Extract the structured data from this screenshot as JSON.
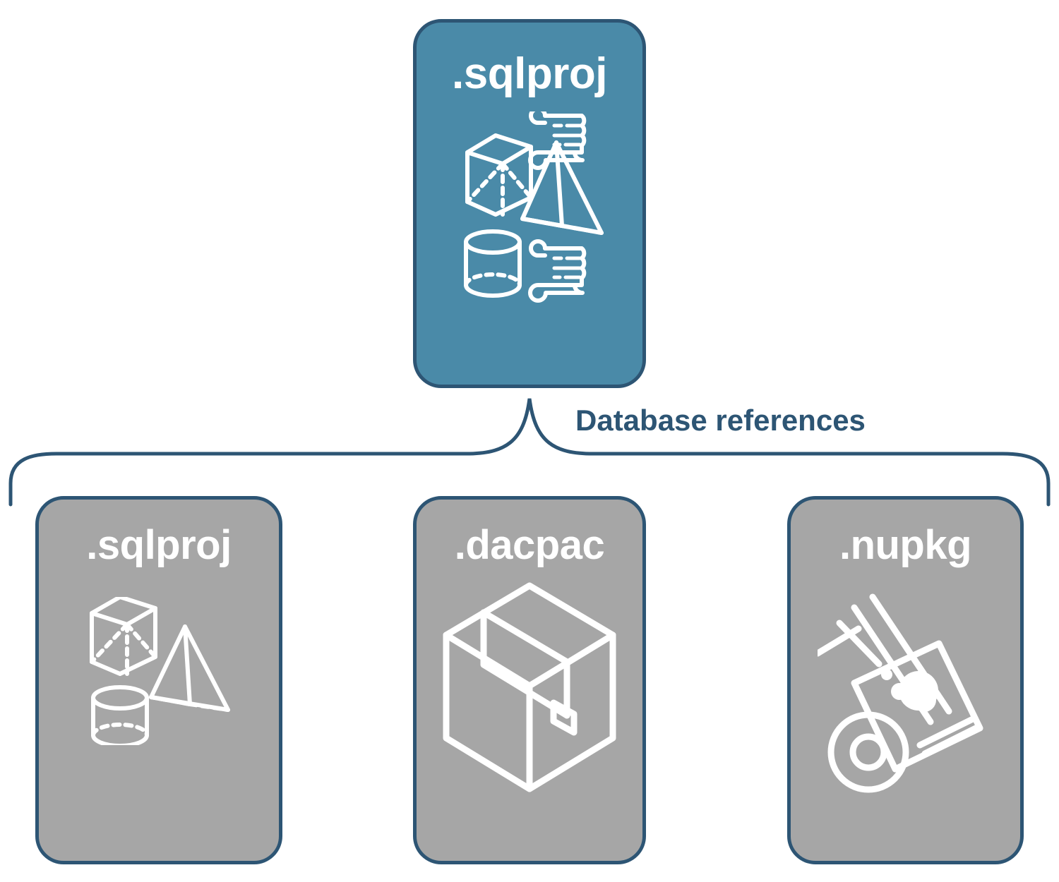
{
  "diagram": {
    "title": "SQL project database references",
    "colors": {
      "primary_fill": "#4a8aa8",
      "secondary_fill": "#a6a6a6",
      "stroke": "#2d5574",
      "icon": "#ffffff",
      "background": "#ffffff"
    },
    "connector": {
      "label": "Database references",
      "style": "brace"
    },
    "nodes": {
      "root": {
        "label": ".sqlproj",
        "fill": "primary",
        "icon": "database-objects-icon",
        "icon_parts": [
          "cube",
          "scroll",
          "pyramid",
          "cylinder",
          "scroll"
        ]
      },
      "references": [
        {
          "label": ".sqlproj",
          "fill": "secondary",
          "icon": "database-objects-icon",
          "icon_parts": [
            "cube",
            "pyramid",
            "cylinder"
          ]
        },
        {
          "label": ".dacpac",
          "fill": "secondary",
          "icon": "package-box-icon",
          "icon_parts": [
            "shipping-box"
          ]
        },
        {
          "label": ".nupkg",
          "fill": "secondary",
          "icon": "hand-truck-icon",
          "icon_parts": [
            "dolly",
            "nuget-package"
          ]
        }
      ]
    }
  }
}
